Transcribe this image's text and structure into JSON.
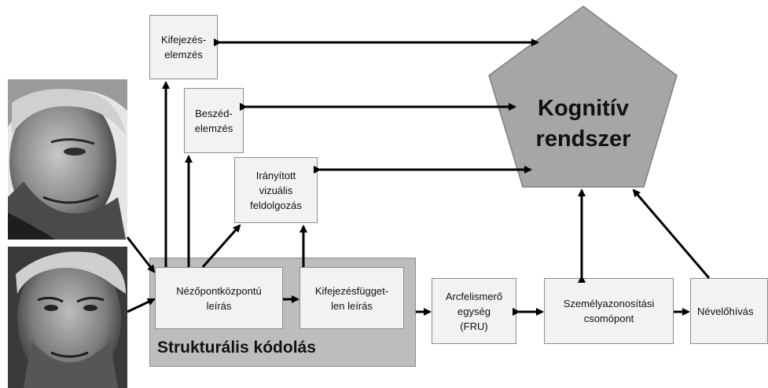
{
  "diagram": {
    "nodes": {
      "kifejezes_elemzes": "Kifejezés-\nelemzés",
      "beszed_elemzes": "Beszéd-\nelemzés",
      "iranyitott": "Irányított\nvizuális\nfeldolgozás",
      "nezopont": "Nézőpontközpontú\nleírás",
      "kifejezesfuggetlen": "Kifejezésfügget-\nlen leírás",
      "arcfelismero": "Arcfelismerő\negység\n(FRU)",
      "szemelyazonositasi": "Személyazonosítási\ncsomópont",
      "nevelohivas": "Névelőhívás",
      "kognitiv": "Kognitív\nrendszer"
    },
    "group_label": "Strukturális kódolás",
    "colors": {
      "box_fill": "#f2f2f2",
      "group_fill": "#bdbdbd",
      "pentagon_fill": "#a6a6a6",
      "arrow": "#000000"
    },
    "icons": [
      "face-photo-top",
      "face-photo-bottom"
    ]
  }
}
